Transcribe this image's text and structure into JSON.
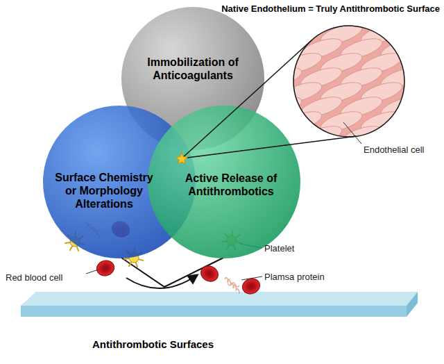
{
  "diagram": {
    "title": "Native Endothelium = Truly Antithrombotic Surface",
    "nodes": [
      {
        "text": [
          "Immobilization of Anticoagulants"
        ]
      },
      {
        "text": [
          "Surface Chemistry or Morphology Alterations"
        ]
      },
      {
        "text": [
          "Active Release of Antithrombotics"
        ]
      }
    ],
    "labels": [
      "Endothelial cell",
      "Red blood cell",
      "Platelet",
      "Plamsa protein",
      "Antithrombotic Surfaces"
    ]
  }
}
